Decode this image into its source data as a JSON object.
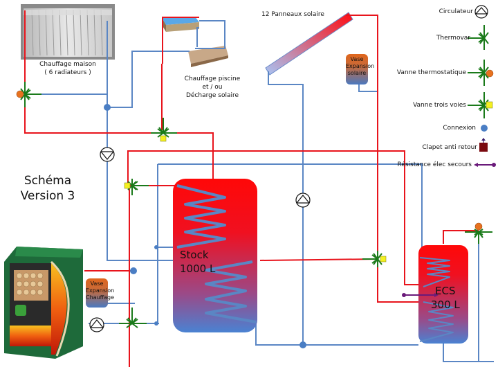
{
  "title": {
    "line1": "Schéma",
    "line2": "Version 3"
  },
  "components": {
    "radiator": {
      "line1": "Chauffage maison",
      "line2": "( 6 radiateurs )"
    },
    "pool": {
      "line1": "Chauffage piscine",
      "line2": "et / ou",
      "line3": "Décharge solaire"
    },
    "solar_panels": {
      "label": "12 Panneaux solaire"
    },
    "stock_tank": {
      "line1": "Stock",
      "line2": "1000 L"
    },
    "ecs_tank": {
      "line1": "ECS",
      "line2": "300 L"
    },
    "vase_solaire": {
      "line1": "Vase",
      "line2": "Expansion",
      "line3": "solaire"
    },
    "vase_chauffage": {
      "line1": "Vase",
      "line2": "Expansion",
      "line3": "Chauffage"
    }
  },
  "legend": {
    "items": [
      {
        "label": "Circulateur",
        "icon": "circulator-pump-icon"
      },
      {
        "label": "Thermovar",
        "icon": "thermovar-valve-icon"
      },
      {
        "label": "Vanne thermostatique",
        "icon": "thermostatic-valve-icon"
      },
      {
        "label": "Vanne trois voies",
        "icon": "three-way-valve-icon"
      },
      {
        "label": "Connexion",
        "icon": "connection-dot-icon"
      },
      {
        "label": "Clapet anti retour",
        "icon": "check-valve-icon"
      },
      {
        "label": "Résistance élec secours",
        "icon": "electric-resistance-icon"
      }
    ]
  },
  "colors": {
    "hot_pipe": "#e8141c",
    "cold_pipe": "#5a86c4",
    "valve_green": "#1a7a1a",
    "three_way_yellow": "#f4f020",
    "thermostatic_orange": "#e8721e",
    "check_valve": "#7a0a10",
    "resistance_purple": "#6a1a7a",
    "tank_hot": "#ff0a0a",
    "tank_cold": "#4a80d0"
  }
}
